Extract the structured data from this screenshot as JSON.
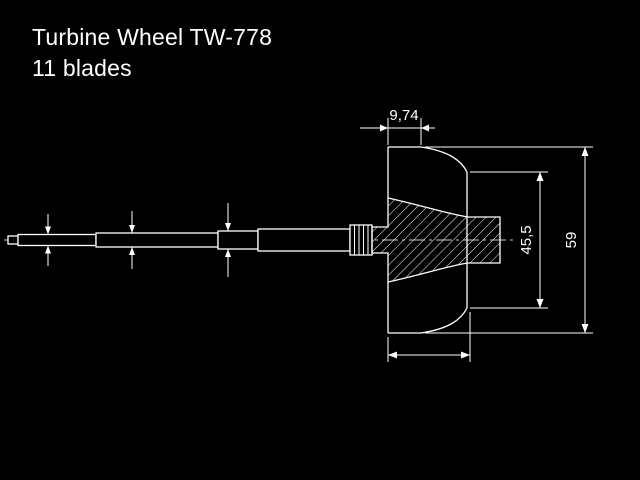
{
  "title": {
    "line1": "Turbine Wheel TW-778",
    "line2": "11 blades"
  },
  "dimensions": {
    "tip_width": "9,74",
    "exducer_diameter": "45,5",
    "outer_diameter": "59"
  },
  "colors": {
    "background": "#000000",
    "line": "#ffffff"
  }
}
